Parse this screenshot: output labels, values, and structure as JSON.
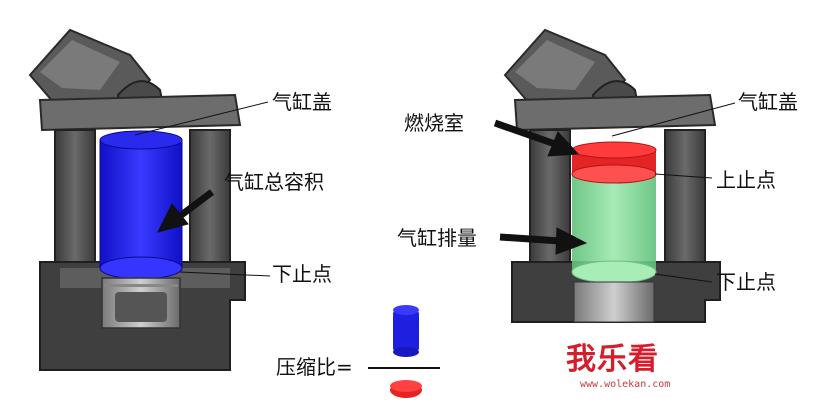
{
  "left_engine": {
    "cylinder_head_label": "气缸盖",
    "total_volume_label": "气缸总容积",
    "bdc_label": "下止点"
  },
  "right_engine": {
    "combustion_chamber_label": "燃烧室",
    "cylinder_head_label": "气缸盖",
    "tdc_label": "上止点",
    "displacement_label": "气缸排量",
    "bdc_label": "下止点"
  },
  "formula": {
    "label": "压缩比="
  },
  "watermark": {
    "logo": "我乐看",
    "url": "www.wolekan.com"
  },
  "colors": {
    "total_volume": "#2020e0",
    "combustion_chamber": "#ee2a2a",
    "displacement": "#7fd88f",
    "engine_metal": "#555555",
    "watermark": "#d41e2c"
  }
}
